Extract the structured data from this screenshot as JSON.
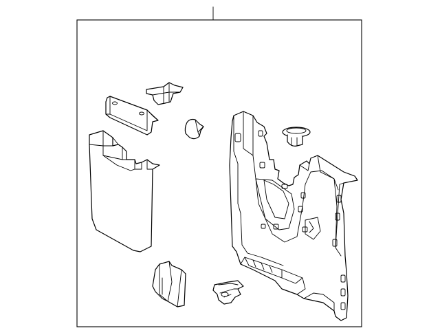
{
  "diagram": {
    "style": "parts-exploded-line-drawing",
    "stroke_color": "#000000",
    "background_color": "#ffffff",
    "parts": [
      {
        "id": "callout-leader",
        "icon": "leader-line"
      },
      {
        "id": "bracket-top",
        "icon": "bracket"
      },
      {
        "id": "clip-small-upper",
        "icon": "clip"
      },
      {
        "id": "cap-small",
        "icon": "cap"
      },
      {
        "id": "push-pin",
        "icon": "push-pin-fastener"
      },
      {
        "id": "mud-flap",
        "icon": "mud-flap"
      },
      {
        "id": "side-panel",
        "icon": "trim-panel"
      },
      {
        "id": "clip-lower",
        "icon": "clip"
      },
      {
        "id": "spring-clip",
        "icon": "spring-clip"
      }
    ]
  }
}
